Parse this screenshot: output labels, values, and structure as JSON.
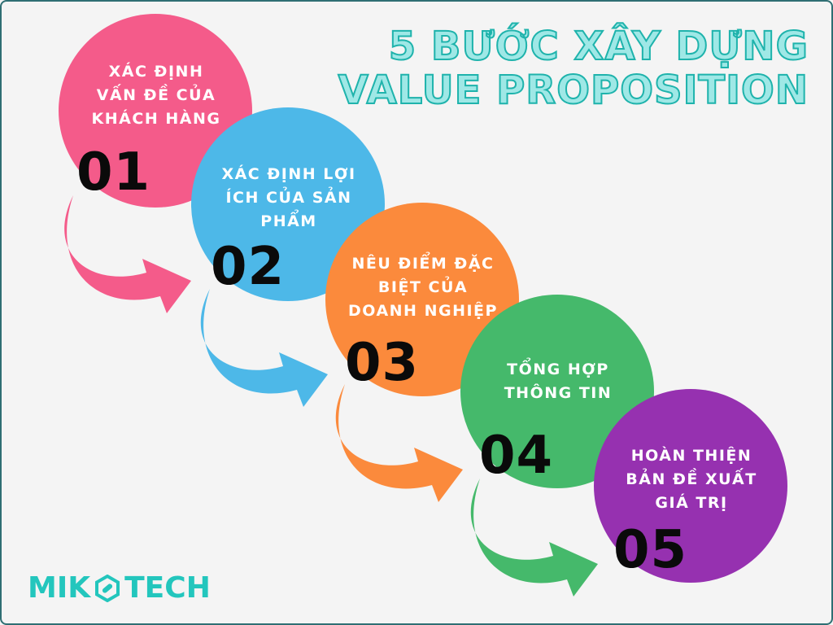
{
  "title": {
    "line1": "5 BƯỚC XÂY DỰNG",
    "line2": "VALUE PROPOSITION"
  },
  "colors": {
    "background": "#f4f4f4",
    "title_fill": "#9fe8e6",
    "title_outline": "#1fb3ac",
    "logo": "#23c6bd"
  },
  "steps": [
    {
      "number": "01",
      "text": "XÁC ĐỊNH\nVẤN ĐỀ CỦA\nKHÁCH HÀNG",
      "color": "#f45b8a"
    },
    {
      "number": "02",
      "text": "XÁC ĐỊNH LỢI\nÍCH CỦA SẢN\nPHẨM",
      "color": "#4db8e8"
    },
    {
      "number": "03",
      "text": "NÊU ĐIỂM ĐẶC\nBIỆT CỦA\nDOANH NGHIỆP",
      "color": "#fb8a3c"
    },
    {
      "number": "04",
      "text": "TỔNG HỢP\nTHÔNG TIN",
      "color": "#45b96b"
    },
    {
      "number": "05",
      "text": "HOÀN THIỆN\nBẢN ĐỀ XUẤT\nGIÁ TRỊ",
      "color": "#9631b0"
    }
  ],
  "logo": {
    "left": "MIK",
    "right": "TECH",
    "icon": "hexagon-link-icon"
  }
}
